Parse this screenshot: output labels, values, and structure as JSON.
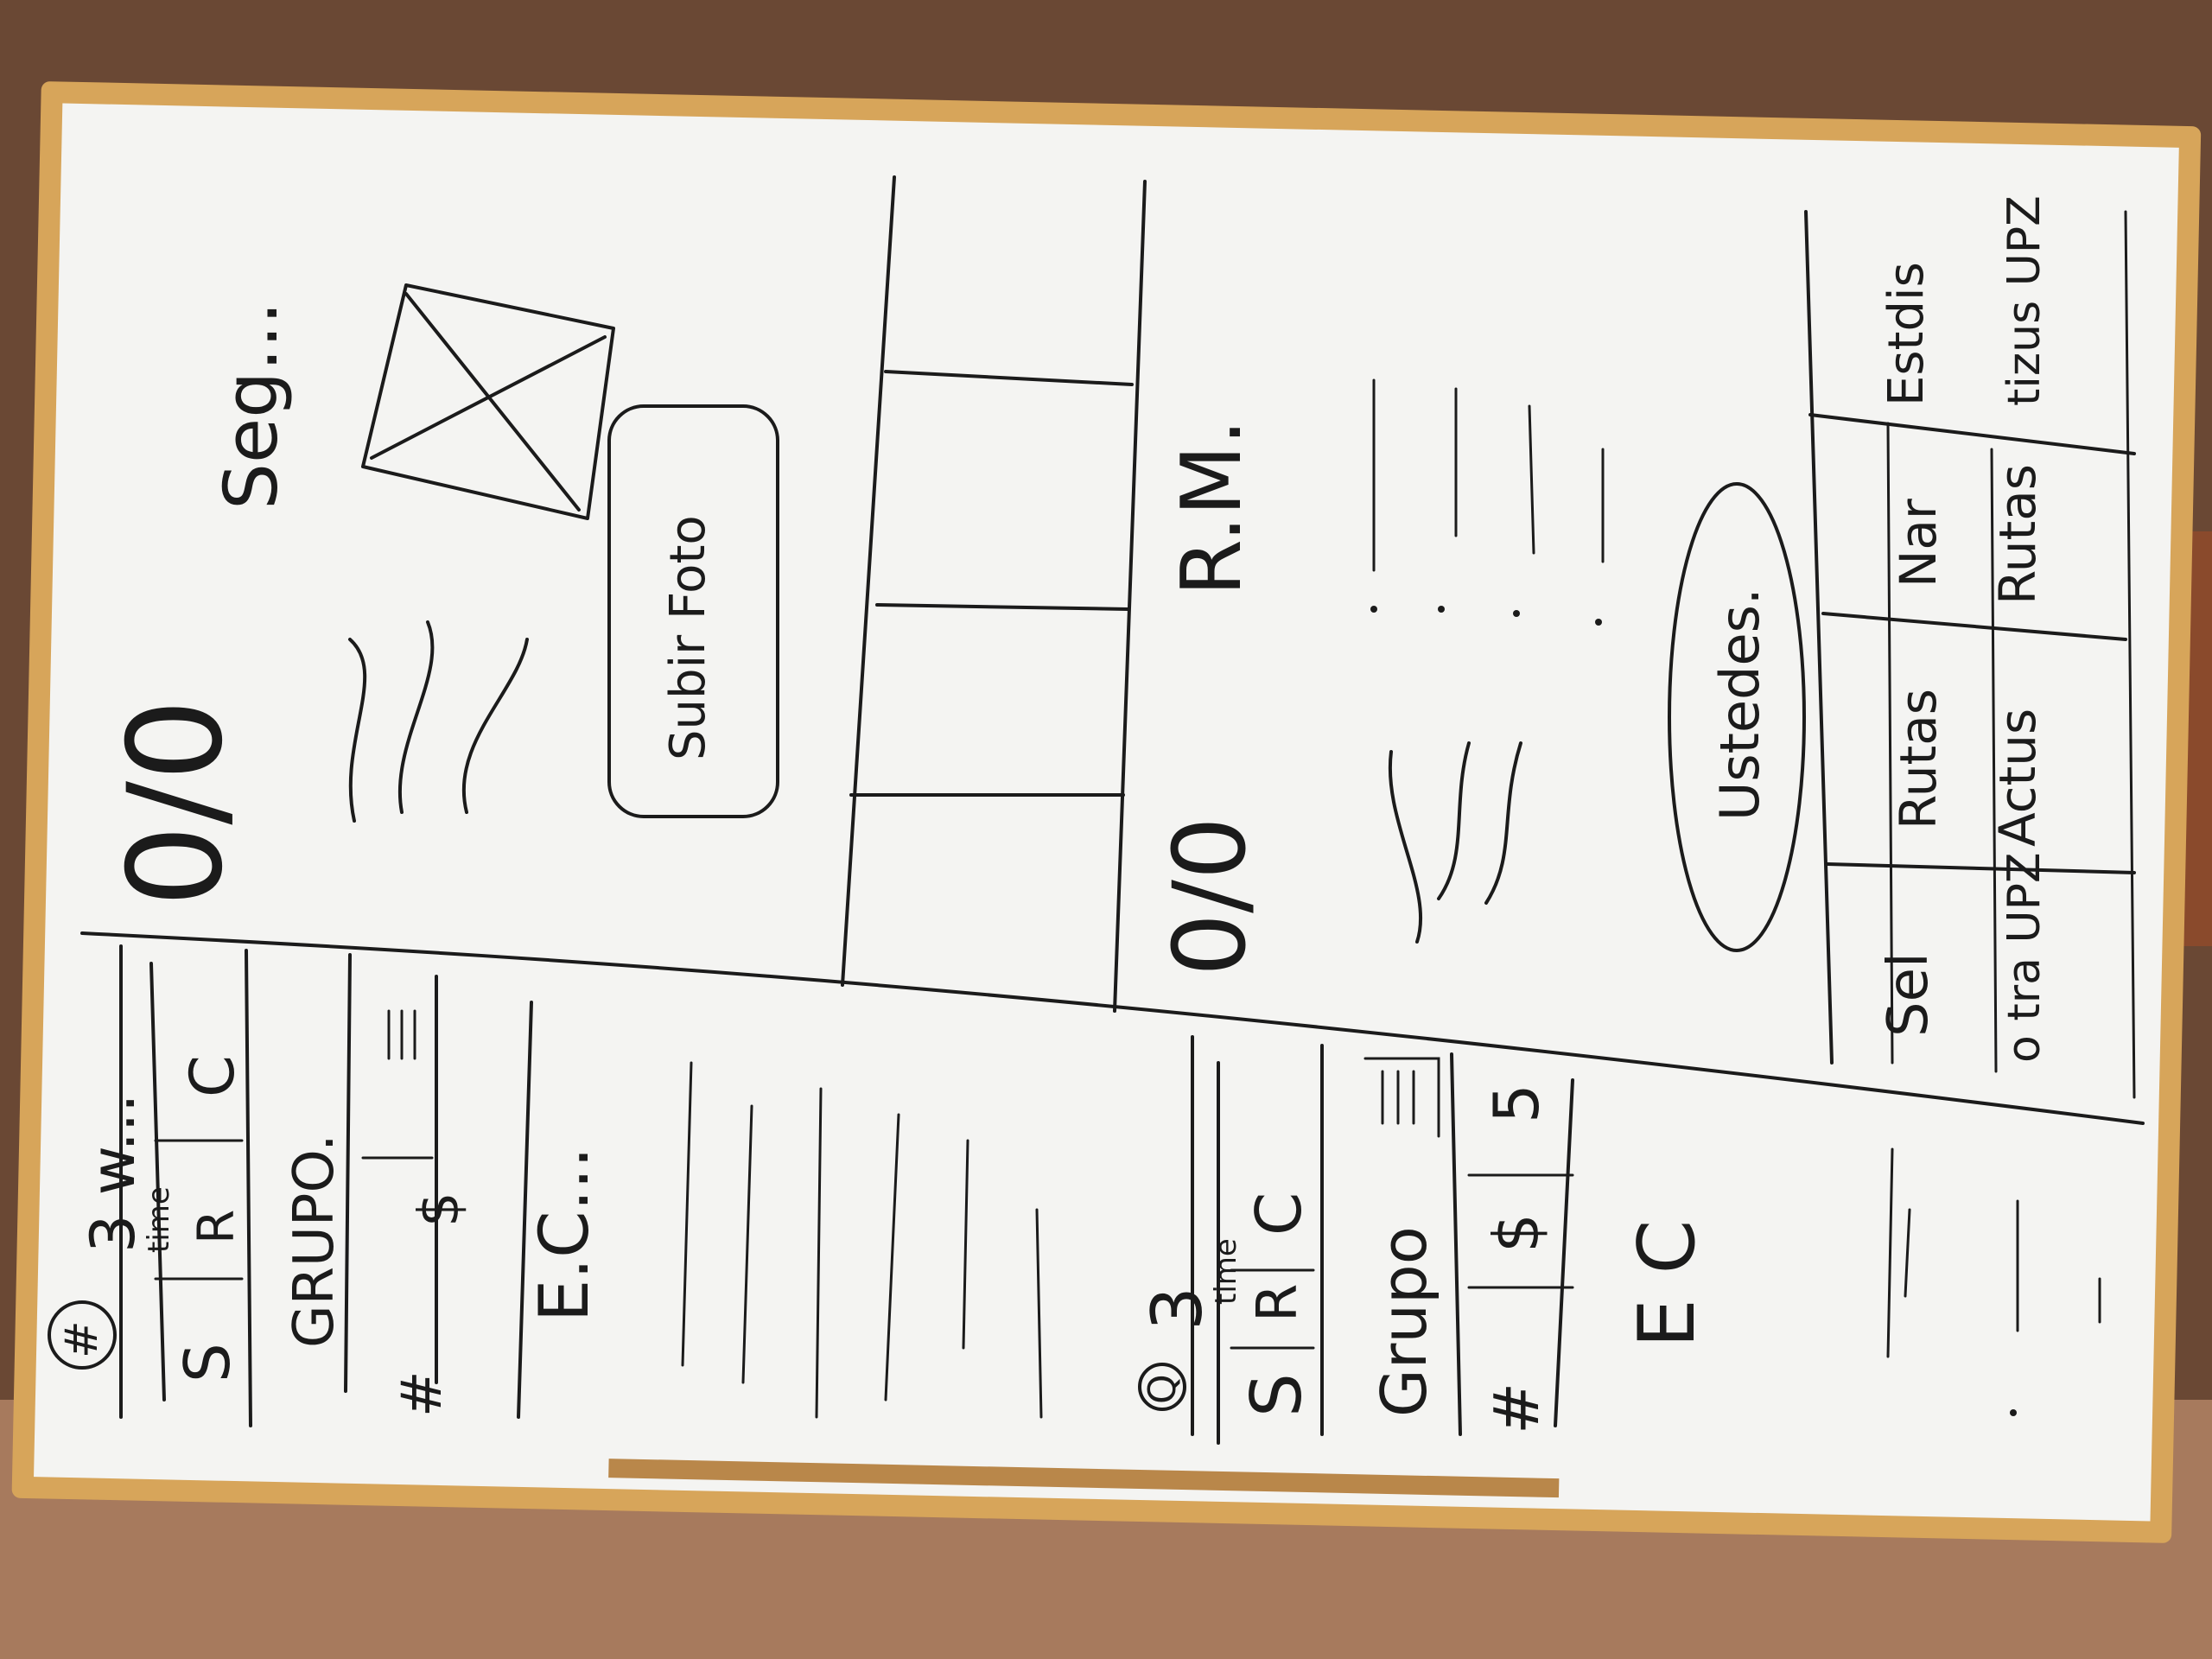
{
  "board": {
    "frame_color": "#d7a55a",
    "surface_color": "#f4f4f2",
    "ink_color": "#1b1b1b",
    "floor_color": "#6b4a36",
    "table_color": "#a77a5d"
  },
  "wireframes": {
    "screen_1": {
      "counter": "0/0",
      "title": "Seg...",
      "image_placeholder_icon": "crossed-box-icon",
      "button_label": "Subir Foto"
    },
    "screen_2": {
      "counter": "0/0",
      "title": "R.M.",
      "button_label": "Ustedes."
    },
    "list_1": {
      "badge": "#",
      "header_text": "3 w...",
      "time_label": "time",
      "cells": [
        "S",
        "R",
        "C"
      ],
      "group_label": "GRUPO.",
      "menu_icon": "hamburger-menu-icon",
      "price_symbol": "$",
      "hash": "#",
      "footer_text": "E.C..."
    },
    "list_2": {
      "badge": "Q",
      "header_text": "3",
      "time_label": "time",
      "cells": [
        "S",
        "R",
        "C"
      ],
      "group_label": "Grupo",
      "menu_icon": "hamburger-menu-icon",
      "price_symbol": "$",
      "number": "5",
      "hash": "#",
      "footer_text": "E C"
    },
    "table": {
      "header_row": [
        "Sel",
        "Rutas",
        "Nar",
        "Estdis"
      ],
      "row_1": [
        "o tra UPZ",
        "Actus",
        "Rutas",
        "tizus UPZ"
      ]
    }
  }
}
